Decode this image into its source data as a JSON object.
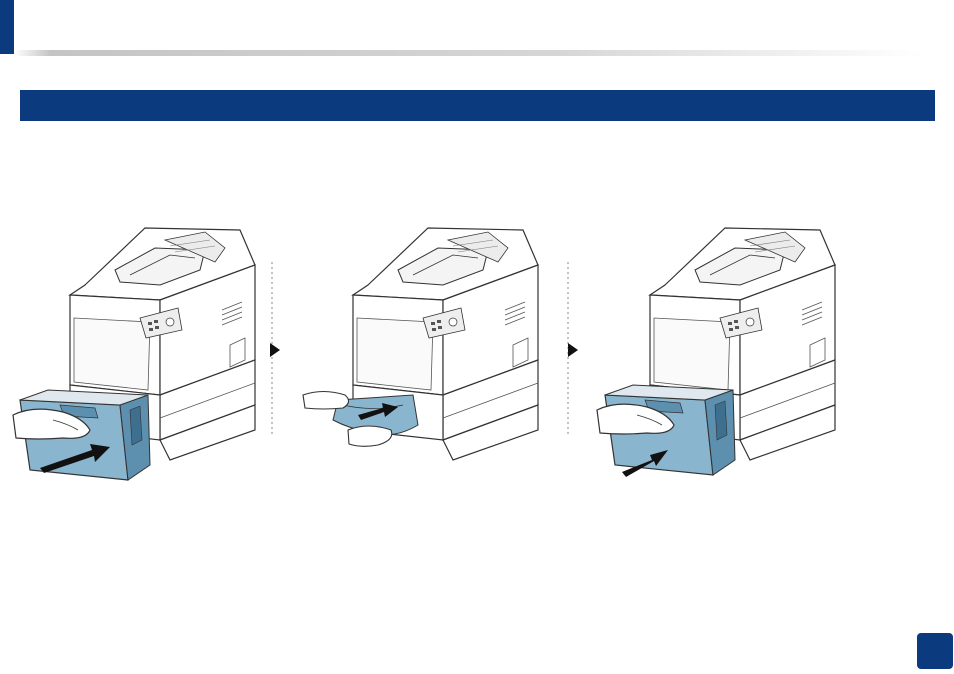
{
  "header": {
    "title": ""
  },
  "section": {
    "title": ""
  },
  "steps": [
    {
      "name": "pull-out-tray"
    },
    {
      "name": "remove-jammed-paper"
    },
    {
      "name": "insert-tray"
    }
  ],
  "colors": {
    "brand_blue": "#0b3a7e",
    "tray_blue": "#8ab5cf",
    "tray_blue_dark": "#5d8fae",
    "outline": "#333333"
  },
  "page": {
    "number": ""
  }
}
